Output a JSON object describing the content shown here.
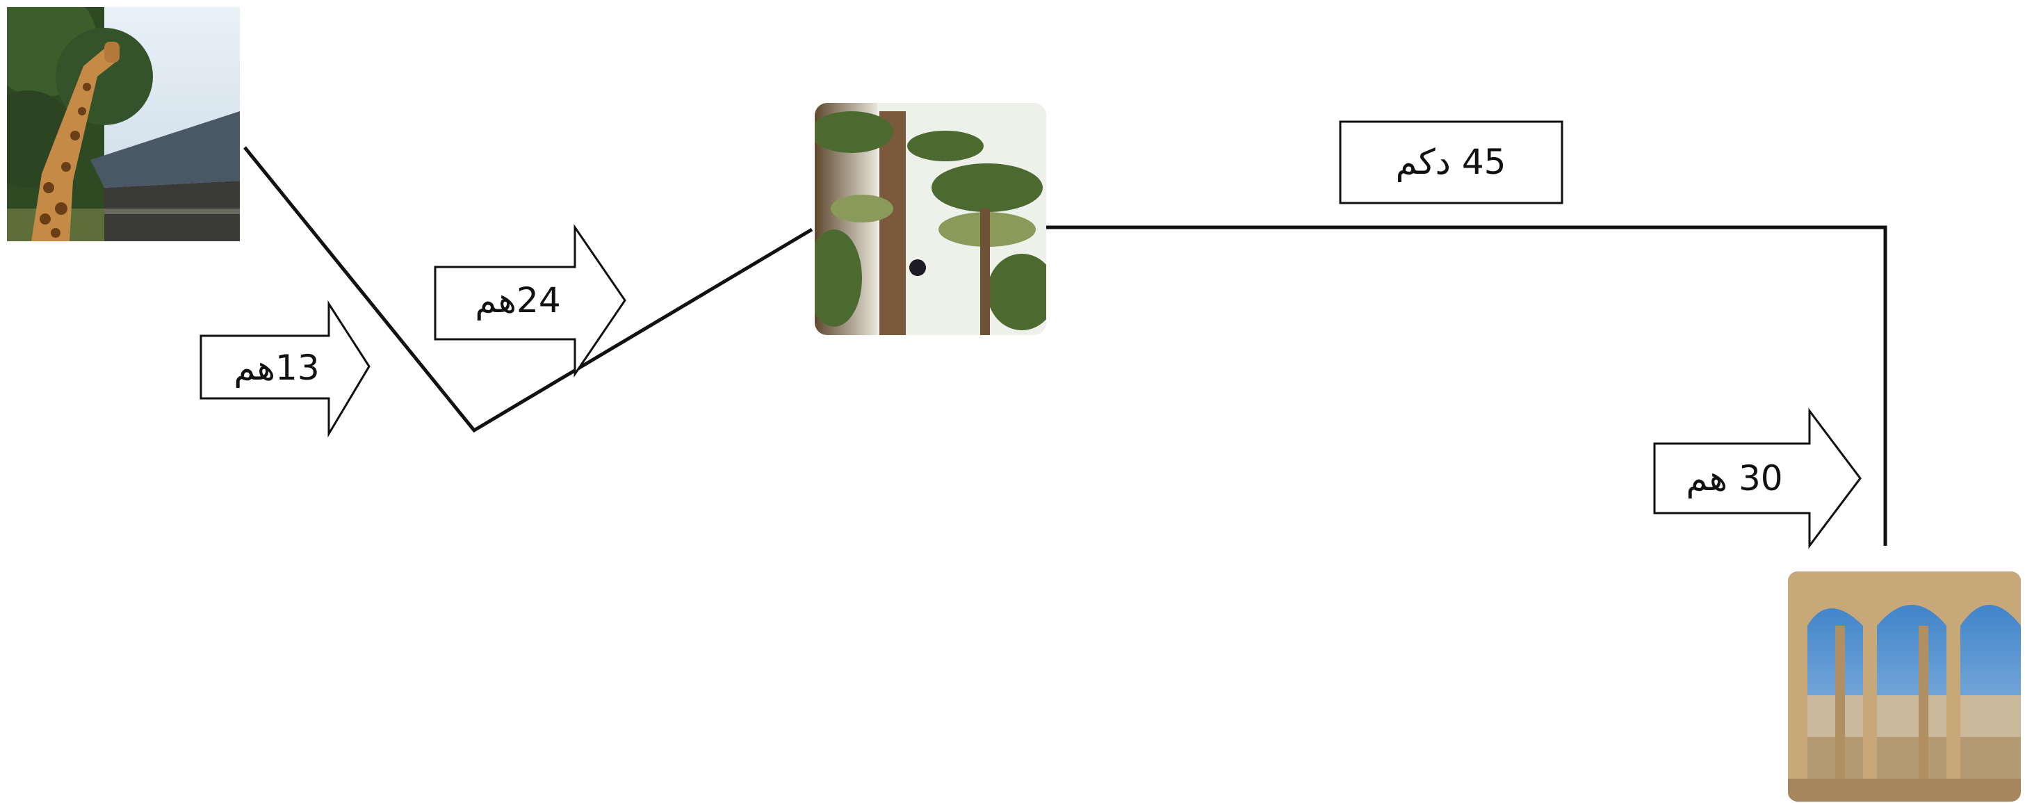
{
  "route": {
    "places": [
      {
        "id": "giraffe",
        "icon": "giraffe-zoo-photo"
      },
      {
        "id": "palms",
        "icon": "palm-oasis-photo"
      },
      {
        "id": "arches",
        "icon": "arched-gallery-city-photo"
      }
    ],
    "labels": {
      "arrow1": "13هم",
      "arrow2": "24هم",
      "box": "45 دكم",
      "arrow3": "30 هم"
    }
  }
}
